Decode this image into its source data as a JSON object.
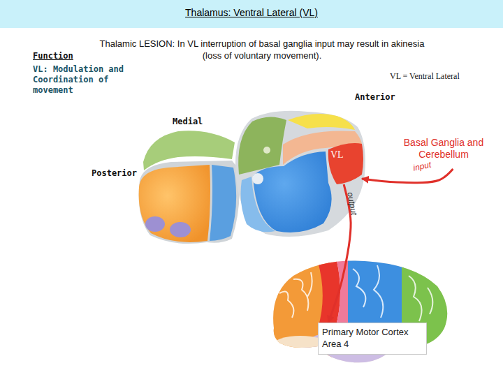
{
  "diagram": {
    "title": "Thalamus: Ventral Lateral (VL)",
    "nodes": [
      {
        "text": [
          "VL"
        ]
      },
      {
        "text": [
          "Basal Ganglia and Cerebellum"
        ]
      },
      {
        "text": [
          "Primary Motor Cortex Area 4"
        ]
      }
    ],
    "edges": [
      {
        "from": 1,
        "to": 0,
        "label": "input",
        "arrow": "to"
      },
      {
        "from": 0,
        "to": 2,
        "label": "output",
        "arrow": "to"
      }
    ],
    "labels": [
      "Thalamic LESION: In VL interruption of basal ganglia input may result in akinesia (loss of voluntary movement).",
      "Function",
      "VL: Modulation and Coordination of movement",
      "VL = Ventral Lateral",
      "Anterior",
      "Medial",
      "Posterior"
    ]
  }
}
